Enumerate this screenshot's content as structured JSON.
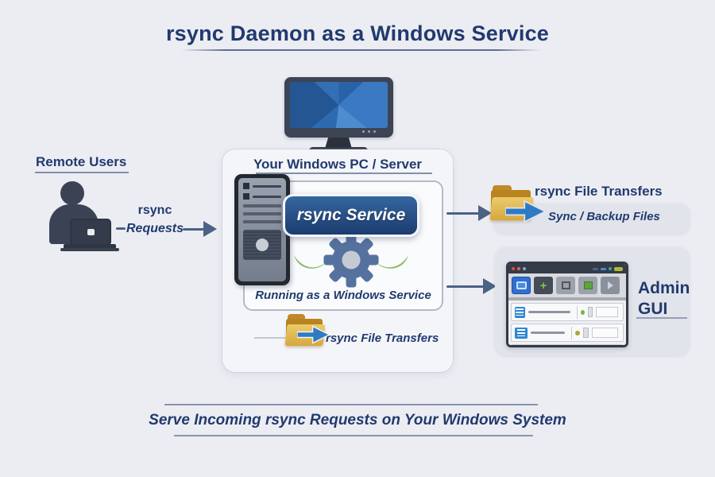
{
  "title": "rsync Daemon as a Windows Service",
  "footer": "Serve Incoming rsync Requests on Your Windows System",
  "remote_users": {
    "label": "Remote Users",
    "request_line1": "rsync",
    "request_line2": "Requests"
  },
  "server_box": {
    "label": "Your Windows PC / Server",
    "service_button": "rsync Service",
    "running_label": "Running as a Windows Service",
    "transfers_label": "rsync File Transfers"
  },
  "file_transfers": {
    "title": "rsync File Transfers",
    "subtitle": "Sync / Backup Files"
  },
  "admin_gui": {
    "label_line1": "Admin",
    "label_line2": "GUI",
    "row_status_colors": [
      "#7CB342",
      "#A8A832",
      "#6FA33C"
    ]
  },
  "icons": {
    "plus_glyph": "+"
  },
  "colors": {
    "background": "#ECEDF3",
    "navy_text": "#213A6E",
    "connector_arrow": "#4A6285",
    "service_button_top": "#35669F",
    "service_button_bottom": "#1C3C70",
    "gear_blue": "#55729F",
    "swoosh_green": "#8CBB6A",
    "folder_gold": "#D6A73E",
    "transfer_arrow_blue": "#2E7BC4",
    "panel_gray": "#E2E4EB",
    "monitor_screen_blue": "#2E6AAE"
  }
}
